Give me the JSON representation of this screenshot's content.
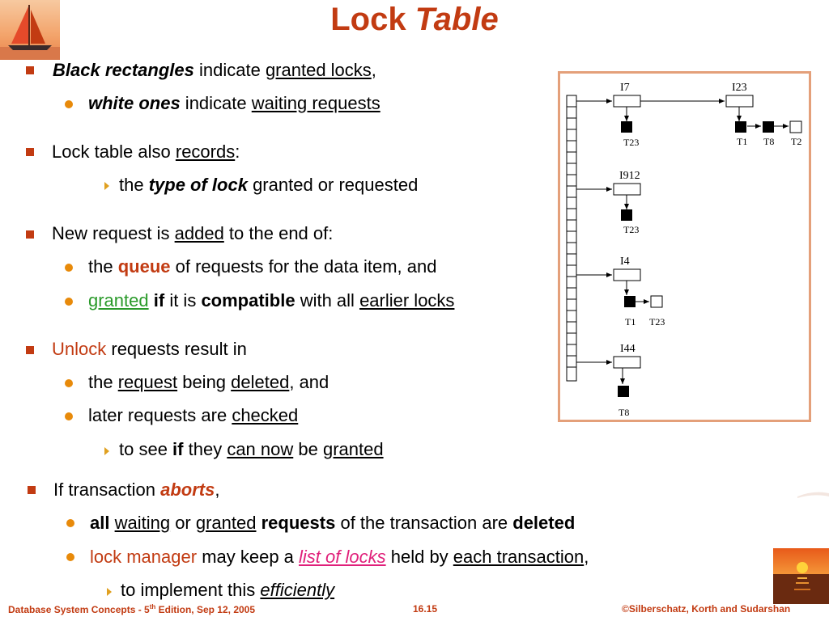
{
  "title": {
    "plain": "Lock ",
    "italic": "Table"
  },
  "bullets": {
    "l1": {
      "b": "Black rectangles",
      "t1": " indicate ",
      "u": "granted locks",
      "t2": ","
    },
    "l2": {
      "b": "white ones",
      "t1": " indicate ",
      "u": "waiting requests"
    },
    "l3": {
      "t1": "Lock table also ",
      "u": "records",
      "t2": ":"
    },
    "l4": {
      "t1": "the ",
      "b": "type of lock",
      "t2": " granted or requested"
    },
    "l5": {
      "t1": "New request is ",
      "u": "added",
      "t2": " to the end of:"
    },
    "l6": {
      "t1": "the ",
      "b": "queue",
      "t2": " of requests for the data item, and"
    },
    "l7": {
      "g": "granted",
      "s1": " ",
      "b1": "if",
      "t1": " it is ",
      "b2": "compatible",
      "t2": " with all ",
      "u": "earlier locks"
    },
    "l8": {
      "r": "Unlock",
      "t1": " requests result in"
    },
    "l9": {
      "t1": "the ",
      "u1": "request",
      "t2": " being ",
      "u2": "deleted",
      "t3": ", and"
    },
    "l10": {
      "t1": "later requests are ",
      "u": "checked"
    },
    "l11": {
      "t1": "to see ",
      "b": "if",
      "t2": " they ",
      "u1": "can now",
      "t3": " be ",
      "u2": "granted"
    },
    "l12": {
      "t1": "If transaction ",
      "r": "aborts",
      "t2": ","
    },
    "l13": {
      "b1": "all",
      "s1": " ",
      "u1": "waiting",
      "t1": " or ",
      "u2": "granted",
      "s2": " ",
      "b2": "requests",
      "t2": " of the transaction are ",
      "b3": "deleted"
    },
    "l14": {
      "o": "lock manager",
      "t1": " may keep a ",
      "p": "list of locks",
      "t2": " held by ",
      "u": "each transaction",
      "t3": ","
    },
    "l15": {
      "t1": "to implement this ",
      "iu": "efficiently"
    }
  },
  "diagram": {
    "items": [
      "I7",
      "I23",
      "I912",
      "I4",
      "I44"
    ],
    "transactions": [
      "T23",
      "T1",
      "T8",
      "T2",
      "T23",
      "T1",
      "T23",
      "T8"
    ]
  },
  "footer": {
    "left_a": "Database System Concepts - 5",
    "left_sup": "th",
    "left_b": " Edition, Sep 12, 2005",
    "center": "16.15",
    "right": "©Silberschatz, Korth and Sudarshan"
  }
}
